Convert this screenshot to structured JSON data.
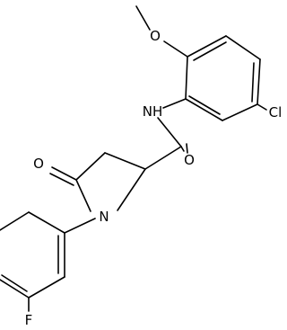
{
  "molecule": {
    "atoms": {
      "oxygen_methoxy": "O",
      "amide_nh": "NH",
      "chlorine": "Cl",
      "oxygen_carbonyl_amide": "O",
      "oxygen_carbonyl_ring": "O",
      "nitrogen_ring": "N",
      "fluorine": "F"
    }
  }
}
